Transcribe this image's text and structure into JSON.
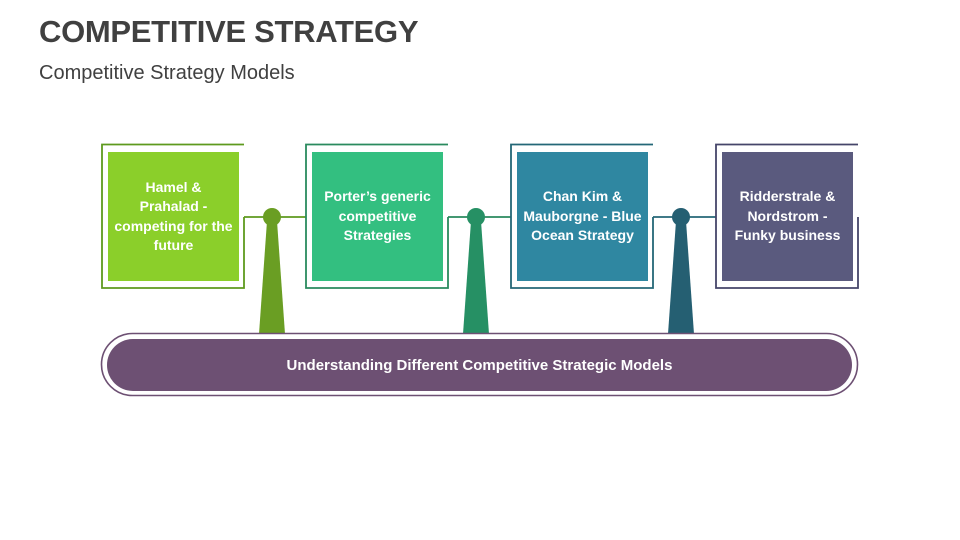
{
  "header": {
    "title": "COMPETITIVE STRATEGY",
    "subtitle": "Competitive Strategy Models"
  },
  "models": [
    {
      "label": "Hamel & Prahalad - competing for the future",
      "fill": "#8BCF2A",
      "stroke": "#5E9A1E",
      "pillar": "#6A9E23"
    },
    {
      "label": "Porter’s generic competitive Strategies",
      "fill": "#33BF80",
      "stroke": "#2A8A5E",
      "pillar": "#269064"
    },
    {
      "label": "Chan Kim & Mauborgne - Blue Ocean Strategy",
      "fill": "#2F87A1",
      "stroke": "#246777",
      "pillar": "#255F72"
    },
    {
      "label": "Ridderstrale & Nordstrom - Funky business",
      "fill": "#5A5A7E",
      "stroke": "#45456A",
      "pillar": "#45456A"
    }
  ],
  "base_bar": {
    "label": "Understanding Different Competitive Strategic Models",
    "fill": "#6D5073",
    "stroke": "#6D5073"
  }
}
